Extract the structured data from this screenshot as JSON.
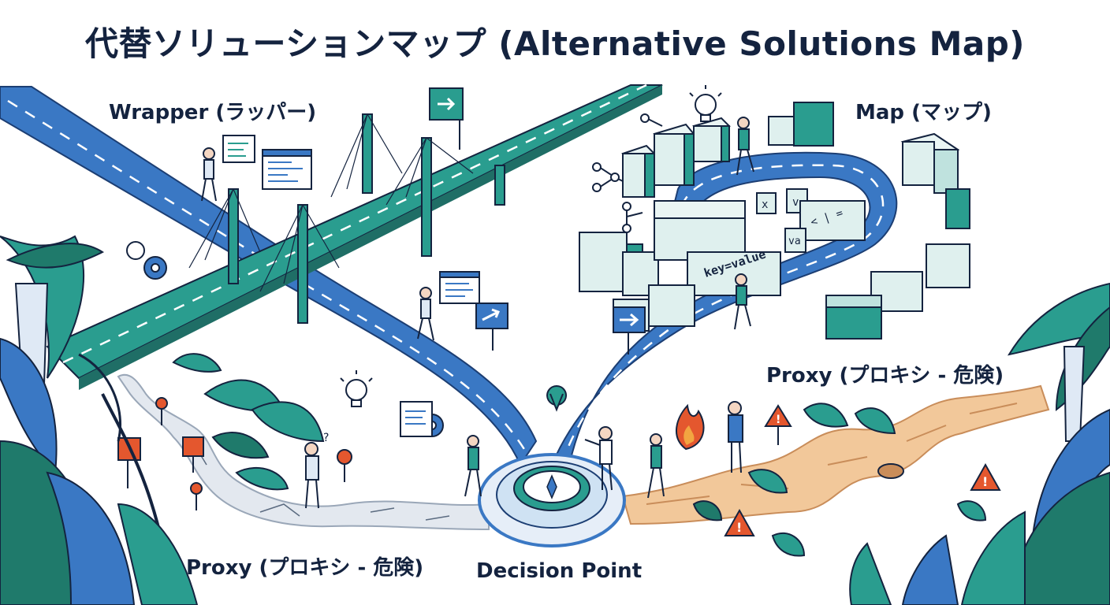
{
  "title": "代替ソリューションマップ (Alternative Solutions Map)",
  "labels": {
    "wrapper": "Wrapper (ラッパー)",
    "map": "Map (マップ)",
    "proxy_right": "Proxy (プロキシ - 危険)",
    "proxy_left": "Proxy (プロキシ - 危険)",
    "decision": "Decision Point"
  },
  "map_blocks": {
    "key_value": "key=value",
    "x": "x",
    "v": "v",
    "operators": "< | =",
    "va": "va"
  },
  "colors": {
    "road_blue": "#3a78c4",
    "bridge_teal": "#2a9d8f",
    "dark_navy": "#14233f",
    "danger_orange": "#e4572e",
    "dirt_path": "#f2c89a",
    "jungle_green": "#1f7a6b"
  }
}
